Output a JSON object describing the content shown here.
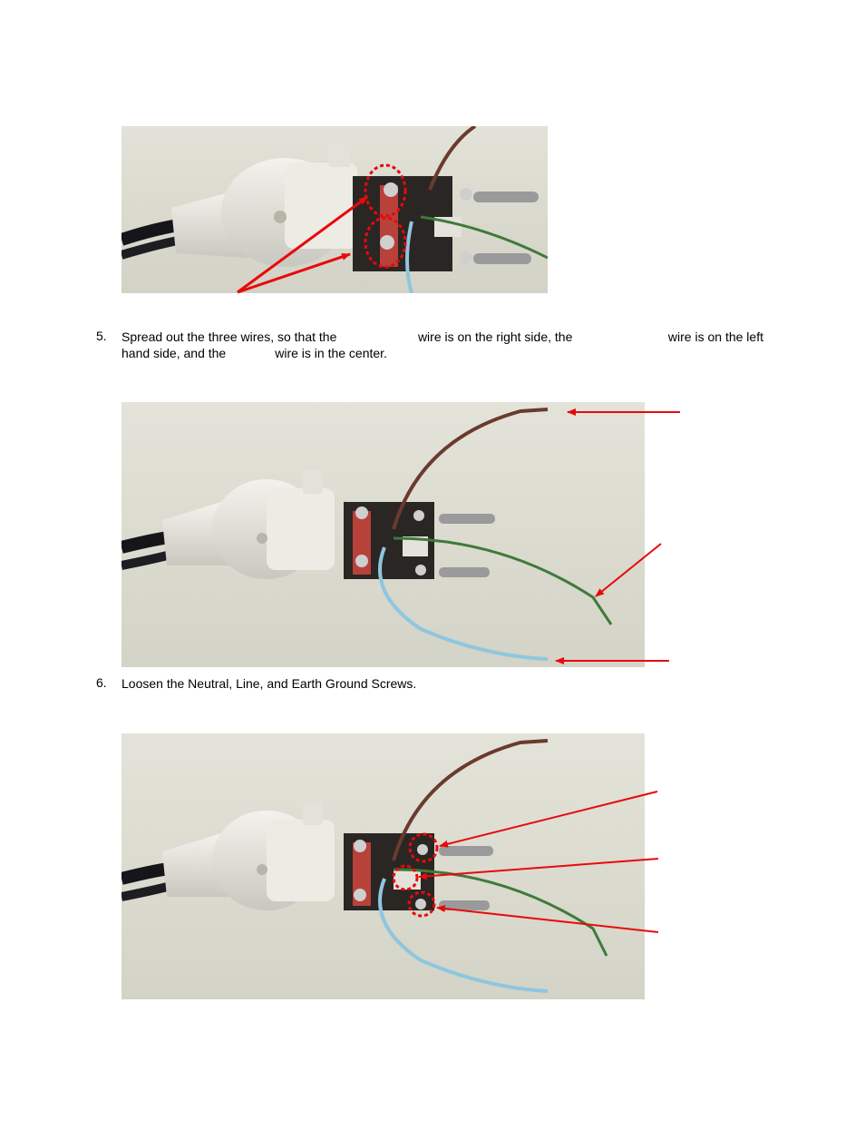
{
  "steps": [
    {
      "number": "5.",
      "segments": [
        "Spread out the three wires, so that the",
        "wire is on the right side, the",
        "wire is on the left",
        "hand side, and the",
        "wire is in the center."
      ]
    },
    {
      "number": "6.",
      "text": "Loosen the Neutral, Line, and Earth Ground Screws."
    }
  ],
  "photos": [
    {
      "name": "photo-plug-clamp-screws",
      "shows": "plug with two clamp screws circled"
    },
    {
      "name": "photo-wires-spread",
      "shows": "three wires spread out"
    },
    {
      "name": "photo-terminal-screws",
      "shows": "terminal screws circled"
    }
  ],
  "colors": {
    "annotation": "#e8090c",
    "photo_background": "#dcdcd2",
    "brown_wire": "#6b3a2e",
    "blue_wire": "#8fc6df",
    "green_wire": "#3f7a3a",
    "plug_body": "#e6e4dc",
    "cable": "#1a1a1e"
  }
}
